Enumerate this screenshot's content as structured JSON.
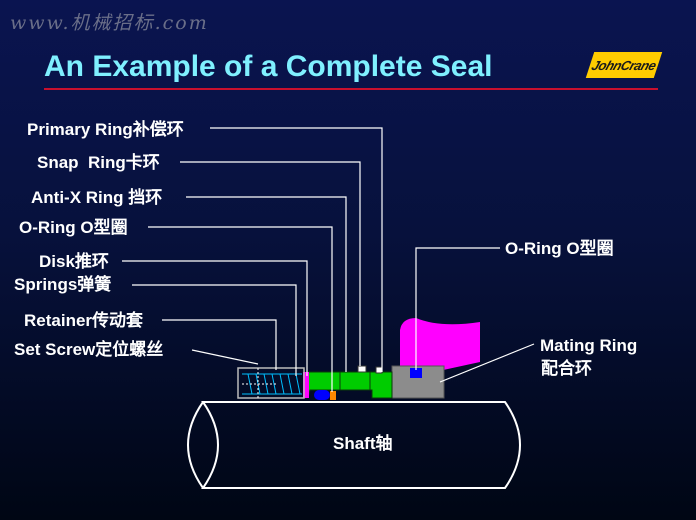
{
  "watermark": "www.机械招标.com",
  "title": "An Example of a Complete Seal",
  "logo": "JohnCrane",
  "labels": {
    "primary_ring": "Primary Ring补偿环",
    "snap_ring": "Snap  Ring卡环",
    "anti_x_ring": "Anti-X Ring 挡环",
    "o_ring_left": "O-Ring O型圈",
    "disk": "Disk推环",
    "springs": "Springs弹簧",
    "retainer": "Retainer传动套",
    "set_screw": "Set Screw定位螺丝",
    "o_ring_right": "O-Ring O型圈",
    "mating_ring_line1": "Mating Ring",
    "mating_ring_line2": "配合环",
    "shaft": "Shaft轴"
  },
  "colors": {
    "title": "#7ff0ff",
    "rule": "#c8102e",
    "logo_bg": "#ffcc00",
    "primary_ring": "#00cc00",
    "gland": "#ff00ff",
    "mating_ring": "#8c8c8c",
    "o_ring": "#0000ff",
    "disk": "#ff8800",
    "springs": "#00bfff",
    "leader_lines": "#ffffff"
  }
}
